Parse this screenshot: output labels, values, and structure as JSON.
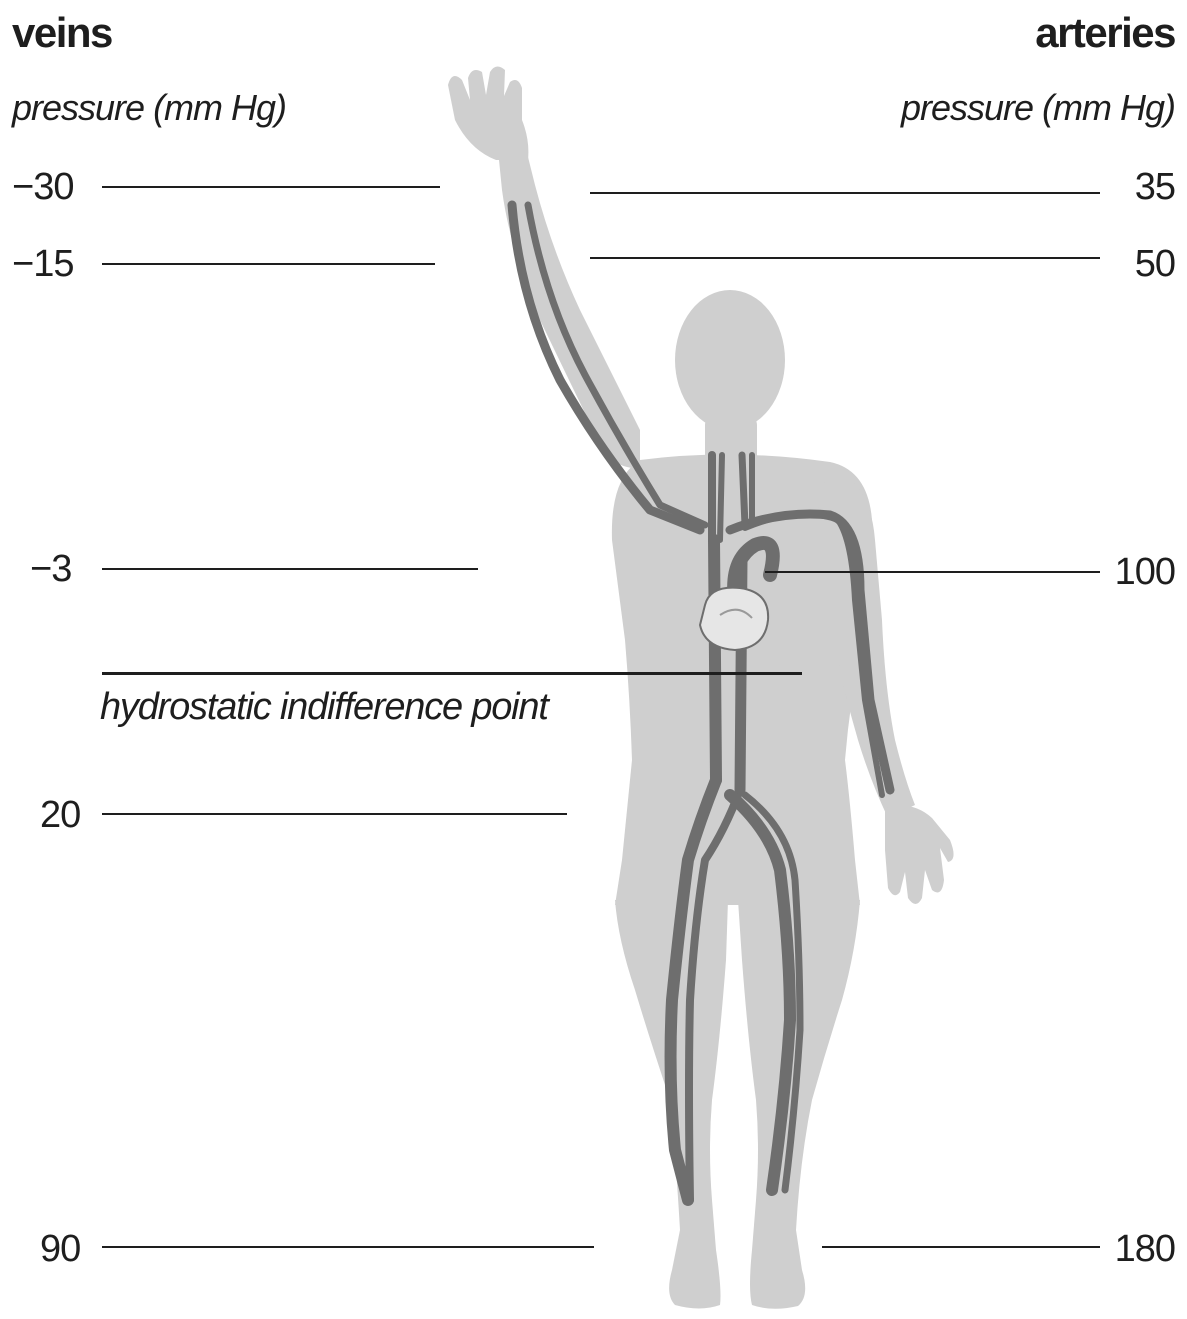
{
  "veins": {
    "title": "veins",
    "unit_label": "pressure (mm Hg)",
    "levels": [
      "−30",
      "−15",
      "−3",
      "20",
      "90"
    ]
  },
  "arteries": {
    "title": "arteries",
    "unit_label": "pressure (mm Hg)",
    "levels": [
      "35",
      "50",
      "100",
      "180"
    ]
  },
  "indifference_point_label": "hydrostatic indifference point",
  "colors": {
    "body_fill": "#cfcfcf",
    "vessel_fill": "#6e6e6e",
    "heart_fill": "#e6e6e6",
    "line": "#1e1e1e"
  }
}
